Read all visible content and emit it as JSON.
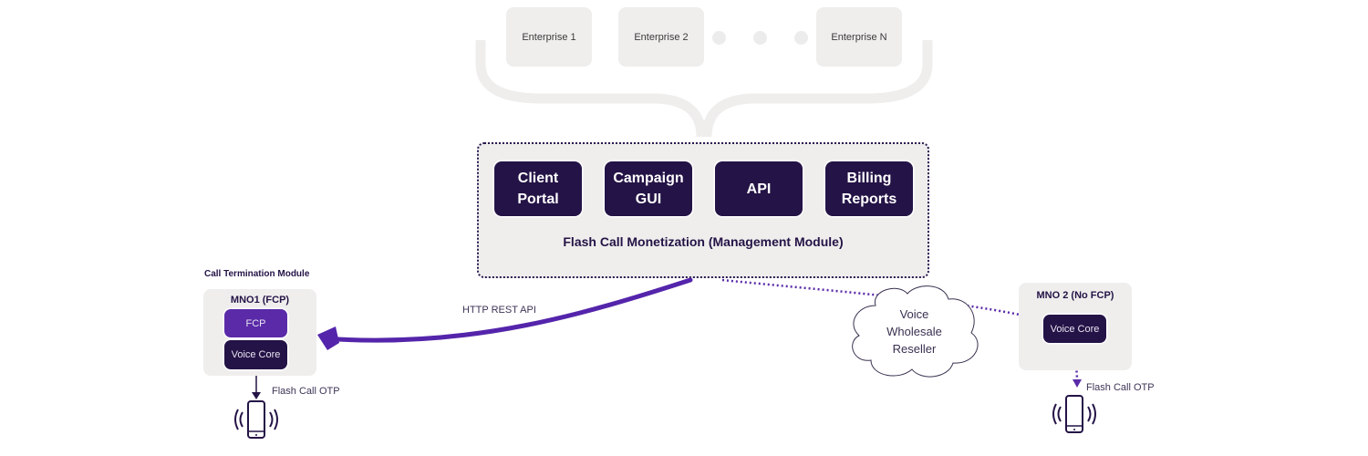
{
  "enterprises": [
    {
      "label": "Enterprise 1"
    },
    {
      "label": "Enterprise 2"
    },
    {
      "label": "Enterprise N"
    }
  ],
  "ellipsis_dots": 3,
  "management": {
    "title": "Flash Call Monetization (Management Module)",
    "modules": [
      {
        "label": "Client\nPortal"
      },
      {
        "label": "Campaign\nGUI"
      },
      {
        "label": "API"
      },
      {
        "label": "Billing\nReports"
      }
    ]
  },
  "call_termination": {
    "section_title": "Call Termination Module",
    "mno1": {
      "title": "MNO1 (FCP)",
      "components": [
        {
          "label": "FCP"
        },
        {
          "label": "Voice Core"
        }
      ],
      "otp_label": "Flash Call OTP"
    }
  },
  "mno2": {
    "title": "MNO 2 (No FCP)",
    "components": [
      {
        "label": "Voice Core"
      }
    ],
    "otp_label": "Flash Call OTP"
  },
  "connections": {
    "http_label": "HTTP REST API",
    "reseller_label": "Voice\nWholesale\nReseller"
  },
  "colors": {
    "primary_dark": "#241346",
    "accent_purple": "#5a2aa8",
    "panel_gray": "#efeeed"
  },
  "icons": {
    "phone": "mobile-phone-ringing-icon",
    "cloud": "cloud-icon"
  }
}
